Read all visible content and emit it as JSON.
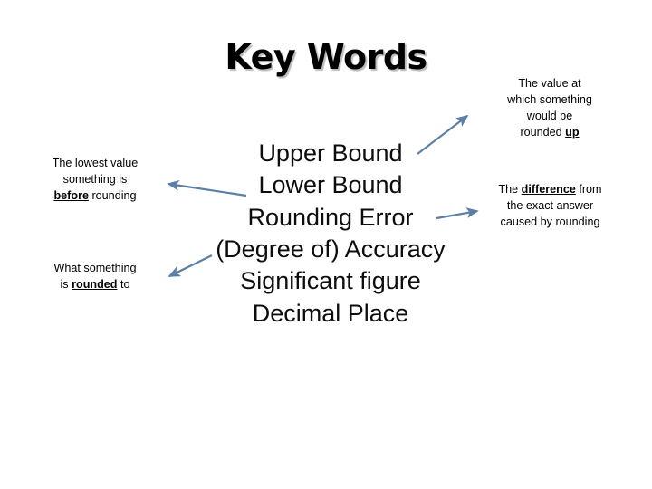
{
  "slide": {
    "title": "Key Words",
    "background_color": "#ffffff",
    "text_color": "#000000",
    "arrow_color": "#5B7FA6"
  },
  "keywords": [
    {
      "label": "Upper Bound"
    },
    {
      "label": "Lower Bound"
    },
    {
      "label": "Rounding Error"
    },
    {
      "label": "(Degree of) Accuracy"
    },
    {
      "label": "Significant figure"
    },
    {
      "label": "Decimal Place"
    }
  ],
  "notes": {
    "lower_bound": {
      "lines": [
        "The lowest value",
        "something is",
        "before rounding"
      ],
      "line1": "The lowest value",
      "line2": "something is",
      "line3_emphasis": "before",
      "line3_rest": " rounding"
    },
    "rounded_to": {
      "lines": [
        "What something",
        "is rounded to"
      ],
      "line1": "What something",
      "line2_prefix": "is ",
      "line2_emphasis": "rounded",
      "line2_suffix": " to"
    },
    "upper_bound": {
      "lines": [
        "The value at",
        "which something",
        "would be",
        "rounded up"
      ],
      "line1": "The value at",
      "line2": "which something",
      "line3": "would be",
      "line4_prefix": "rounded ",
      "line4_emphasis": "up"
    },
    "rounding_error": {
      "lines": [
        "The difference from",
        "the exact answer",
        "caused by rounding"
      ],
      "line1_prefix": "The ",
      "line1_emphasis": "difference",
      "line1_suffix": " from",
      "line2": "the exact answer",
      "line3": "caused by rounding"
    }
  },
  "connectors": [
    {
      "name": "upper-bound-connector",
      "from": "Upper Bound",
      "to": "The value at which something would be rounded up",
      "direction": "up-right"
    },
    {
      "name": "lower-bound-connector",
      "from": "Lower Bound",
      "to": "The lowest value something is before rounding",
      "direction": "left"
    },
    {
      "name": "rounding-error-connector",
      "from": "Rounding Error",
      "to": "The difference from the exact answer caused by rounding",
      "direction": "right"
    },
    {
      "name": "accuracy-connector",
      "from": "(Degree of) Accuracy",
      "to": "What something is rounded to",
      "direction": "down-left"
    }
  ]
}
